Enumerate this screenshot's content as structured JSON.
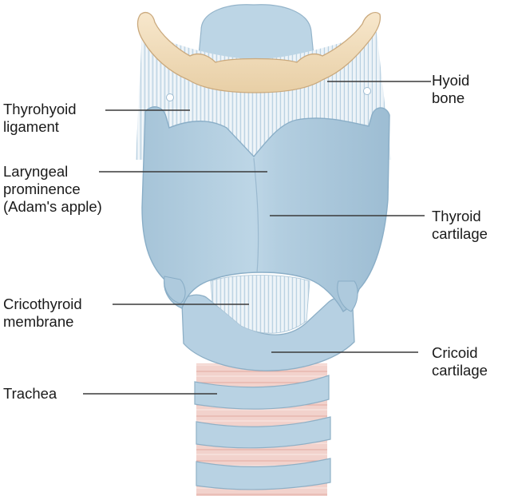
{
  "colors": {
    "cartilage": "#b9d3e3",
    "cartilage_shade": "#98b9cf",
    "cartilage_dark": "#7fa3bd",
    "bone": "#f3dfbf",
    "bone_shade": "#dcc29a",
    "ligament": "#dde9f1",
    "trachea_muscle": "#efc9c3",
    "leader_line": "#3a3a3a"
  },
  "labels": {
    "hyoid_bone": {
      "line1": "Hyoid",
      "line2": "bone"
    },
    "thyrohyoid_ligament": {
      "line1": "Thyrohyoid",
      "line2": "ligament"
    },
    "laryngeal_prominence": {
      "line1": "Laryngeal",
      "line2": "prominence",
      "line3": "(Adam's apple)"
    },
    "thyroid_cartilage": {
      "line1": "Thyroid",
      "line2": "cartilage"
    },
    "cricothyroid_membrane": {
      "line1": "Cricothyroid",
      "line2": "membrane"
    },
    "cricoid_cartilage": {
      "line1": "Cricoid",
      "line2": "cartilage"
    },
    "trachea": {
      "line1": "Trachea"
    }
  }
}
